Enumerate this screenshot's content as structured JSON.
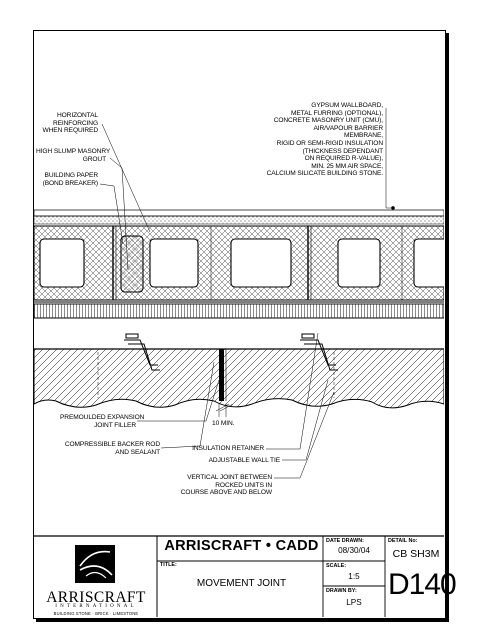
{
  "labels": {
    "horizontal_reinforcing": "HORIZONTAL\nREINFORCING\nWHEN REQUIRED",
    "high_slump_grout": "HIGH SLUMP MASONRY\nGROUT",
    "building_paper": "BUILDING PAPER\n(BOND BREAKER)",
    "wall_assembly": "GYPSUM WALLBOARD,\nMETAL FURRING (OPTIONAL),\nCONCRETE MASONRY UNIT (CMU),\nAIR/VAPOUR BARRIER\nMEMBRANE,\nRIGID OR SEMI-RIGID INSULATION\n(THICKNESS DEPENDANT\nON REQUIRED R-VALUE),\nMIN. 25 MM AIR SPACE,\nCALCIUM SILICATE BUILDING STONE.",
    "premoulded_filler": "PREMOULDED EXPANSION\nJOINT FILLER",
    "backer_rod": "COMPRESSIBLE BACKER ROD\nAND SEALANT",
    "ten_min": "10 MIN.",
    "insulation_retainer": "INSULATION RETAINER",
    "wall_tie": "ADJUSTABLE WALL TIE",
    "vertical_joint": "VERTICAL JOINT BETWEEN\nROCKED UNITS IN\nCOURSE ABOVE AND BELOW"
  },
  "title_block": {
    "company": "ARRISCRAFT • CADD",
    "title_head": "TITLE:",
    "title": "MOVEMENT JOINT",
    "date_head": "DATE DRAWN:",
    "date": "08/30/04",
    "scale_head": "SCALE:",
    "scale": "1:5",
    "drawn_head": "DRAWN BY:",
    "drawn_by": "LPS",
    "detail_head": "DETAIL No:",
    "detail_code": "CB SH3M",
    "detail_number": "D140",
    "logo_name": "ARRISCRAFT",
    "logo_international": "INTERNATIONAL",
    "logo_tagline": "BUILDING STONE · BRICK · LIMESTONE"
  }
}
